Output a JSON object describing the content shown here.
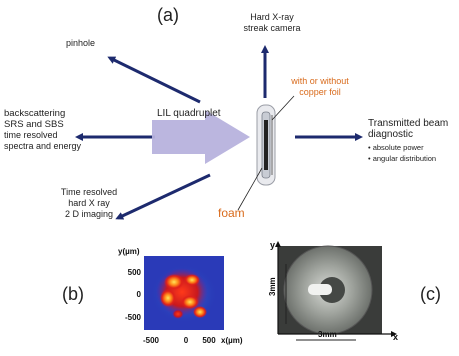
{
  "panels": {
    "a": "(a)",
    "b": "(b)",
    "c": "(c)"
  },
  "labels": {
    "pinhole": "pinhole",
    "streak_line1": "Hard X-ray",
    "streak_line2": "streak camera",
    "foil_line1": "with or without",
    "foil_line2": "copper foil",
    "backscatter_line1": "backscattering",
    "backscatter_line2": "SRS and SBS",
    "backscatter_line3": "time resolved",
    "backscatter_line4": "spectra and energy",
    "lil": "LIL quadruplet",
    "transmitted_line1": "Transmitted beam",
    "transmitted_line2": "diagnostic",
    "bullet1": "absolute power",
    "bullet2": "angular distribution",
    "imaging_line1": "Time resolved",
    "imaging_line2": "hard X ray",
    "imaging_line3": "2 D imaging",
    "foam": "foam"
  },
  "panel_b": {
    "y_axis_label": "y(µm)",
    "x_axis_label": "x(µm)",
    "y_ticks": [
      "500",
      "0",
      "-500"
    ],
    "x_ticks": [
      "-500",
      "0",
      "500"
    ]
  },
  "panel_c": {
    "y_axis_label": "y",
    "x_axis_label": "x",
    "scale_y": "3mm",
    "scale_x": "3mm"
  },
  "colors": {
    "arrow": "#1d2a6e",
    "lil_beam": "#b7b2dd",
    "accent_orange": "#d96b1c",
    "heatmap_bg": "#2a3ab8"
  }
}
